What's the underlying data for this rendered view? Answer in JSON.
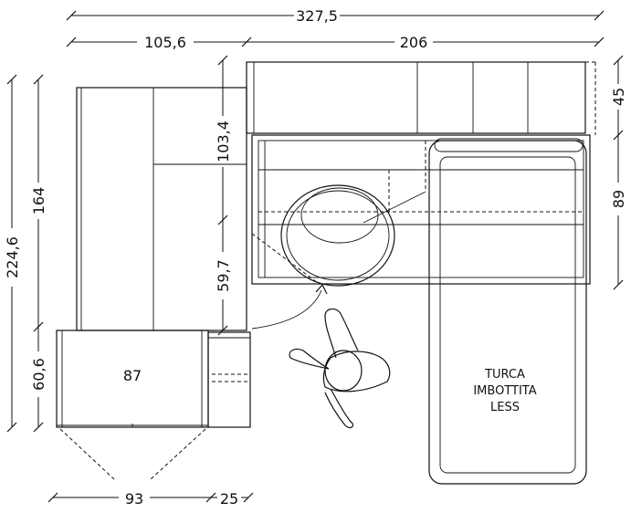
{
  "dimensions": {
    "total_width": "327,5",
    "left_width": "105,6",
    "right_width": "206",
    "top_depth": "45",
    "right_depth": "89",
    "col_upper": "103,4",
    "col_lower": "59,7",
    "left_total": "224,6",
    "left_tall": "164",
    "left_low": "60,6",
    "bottom_width": "93",
    "bottom_small": "25"
  },
  "labels": {
    "unit_87": "87",
    "turca_line1": "TURCA",
    "turca_line2": "IMBOTTITA",
    "turca_line3": "LESS"
  }
}
